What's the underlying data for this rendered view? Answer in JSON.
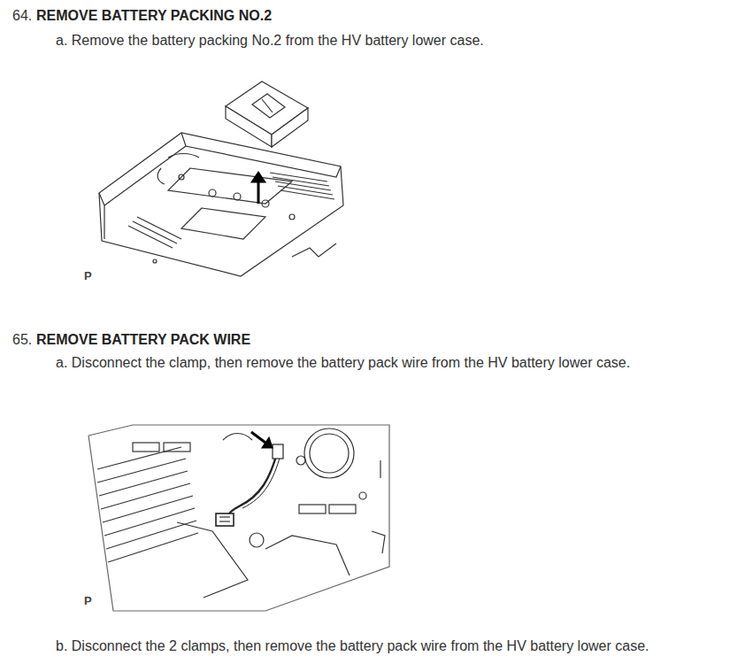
{
  "diagram": {
    "labels": [
      "64.",
      "REMOVE BATTERY PACKING NO.2",
      "a. Remove the battery packing No.2 from the HV battery lower case.",
      "P",
      "65.",
      "REMOVE BATTERY PACK WIRE",
      "a. Disconnect the clamp, then remove the battery pack wire from the HV battery lower case.",
      "P",
      "b. Disconnect the 2 clamps, then remove the battery pack wire from the HV battery lower case."
    ]
  }
}
